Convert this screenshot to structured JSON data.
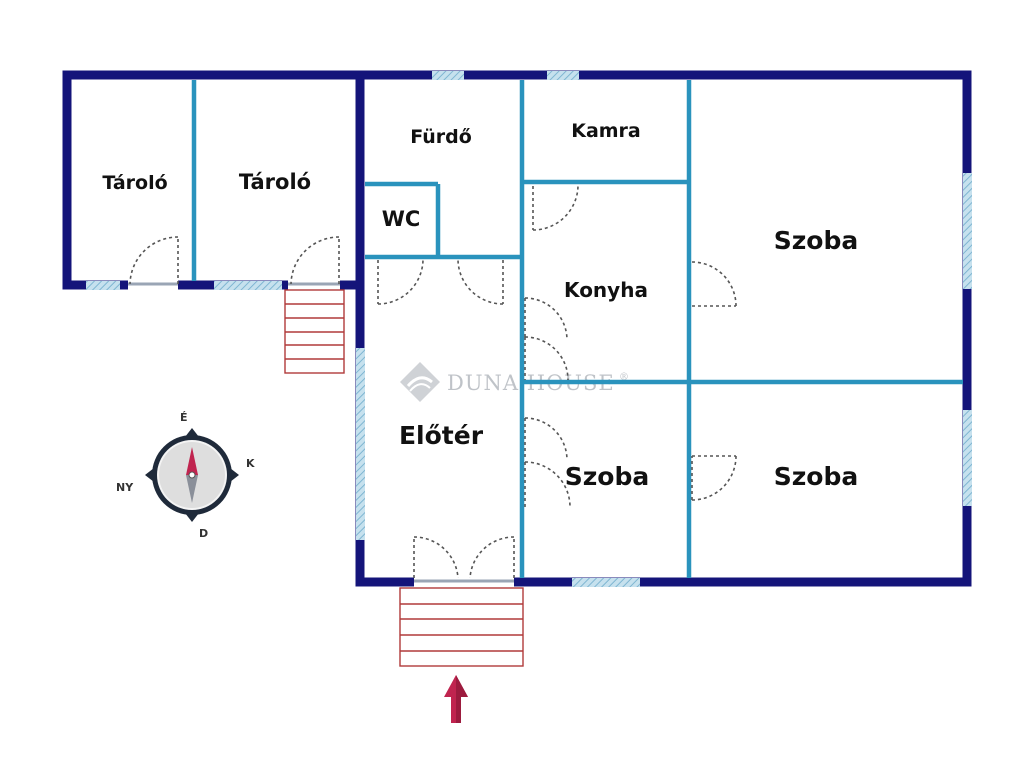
{
  "rooms": {
    "storage_left": "Tároló",
    "storage_right": "Tároló",
    "bathroom": "Fürdő",
    "wc": "WC",
    "pantry": "Kamra",
    "kitchen": "Konyha",
    "hallway": "Előtér",
    "room_middle": "Szoba",
    "room_top_right": "Szoba",
    "room_bottom_right": "Szoba"
  },
  "watermark": {
    "brand": "DUNA HOUSE",
    "registered": "®"
  },
  "compass": {
    "north": "É",
    "east": "K",
    "south": "D",
    "west": "NY"
  },
  "colors": {
    "outer_wall": "#14147a",
    "inner_wall": "#2a93bd",
    "window": "#a9d2e6",
    "stairs": "#b03a3a",
    "entrance_arrow": "#c0244f",
    "door_swing": "#555555"
  }
}
